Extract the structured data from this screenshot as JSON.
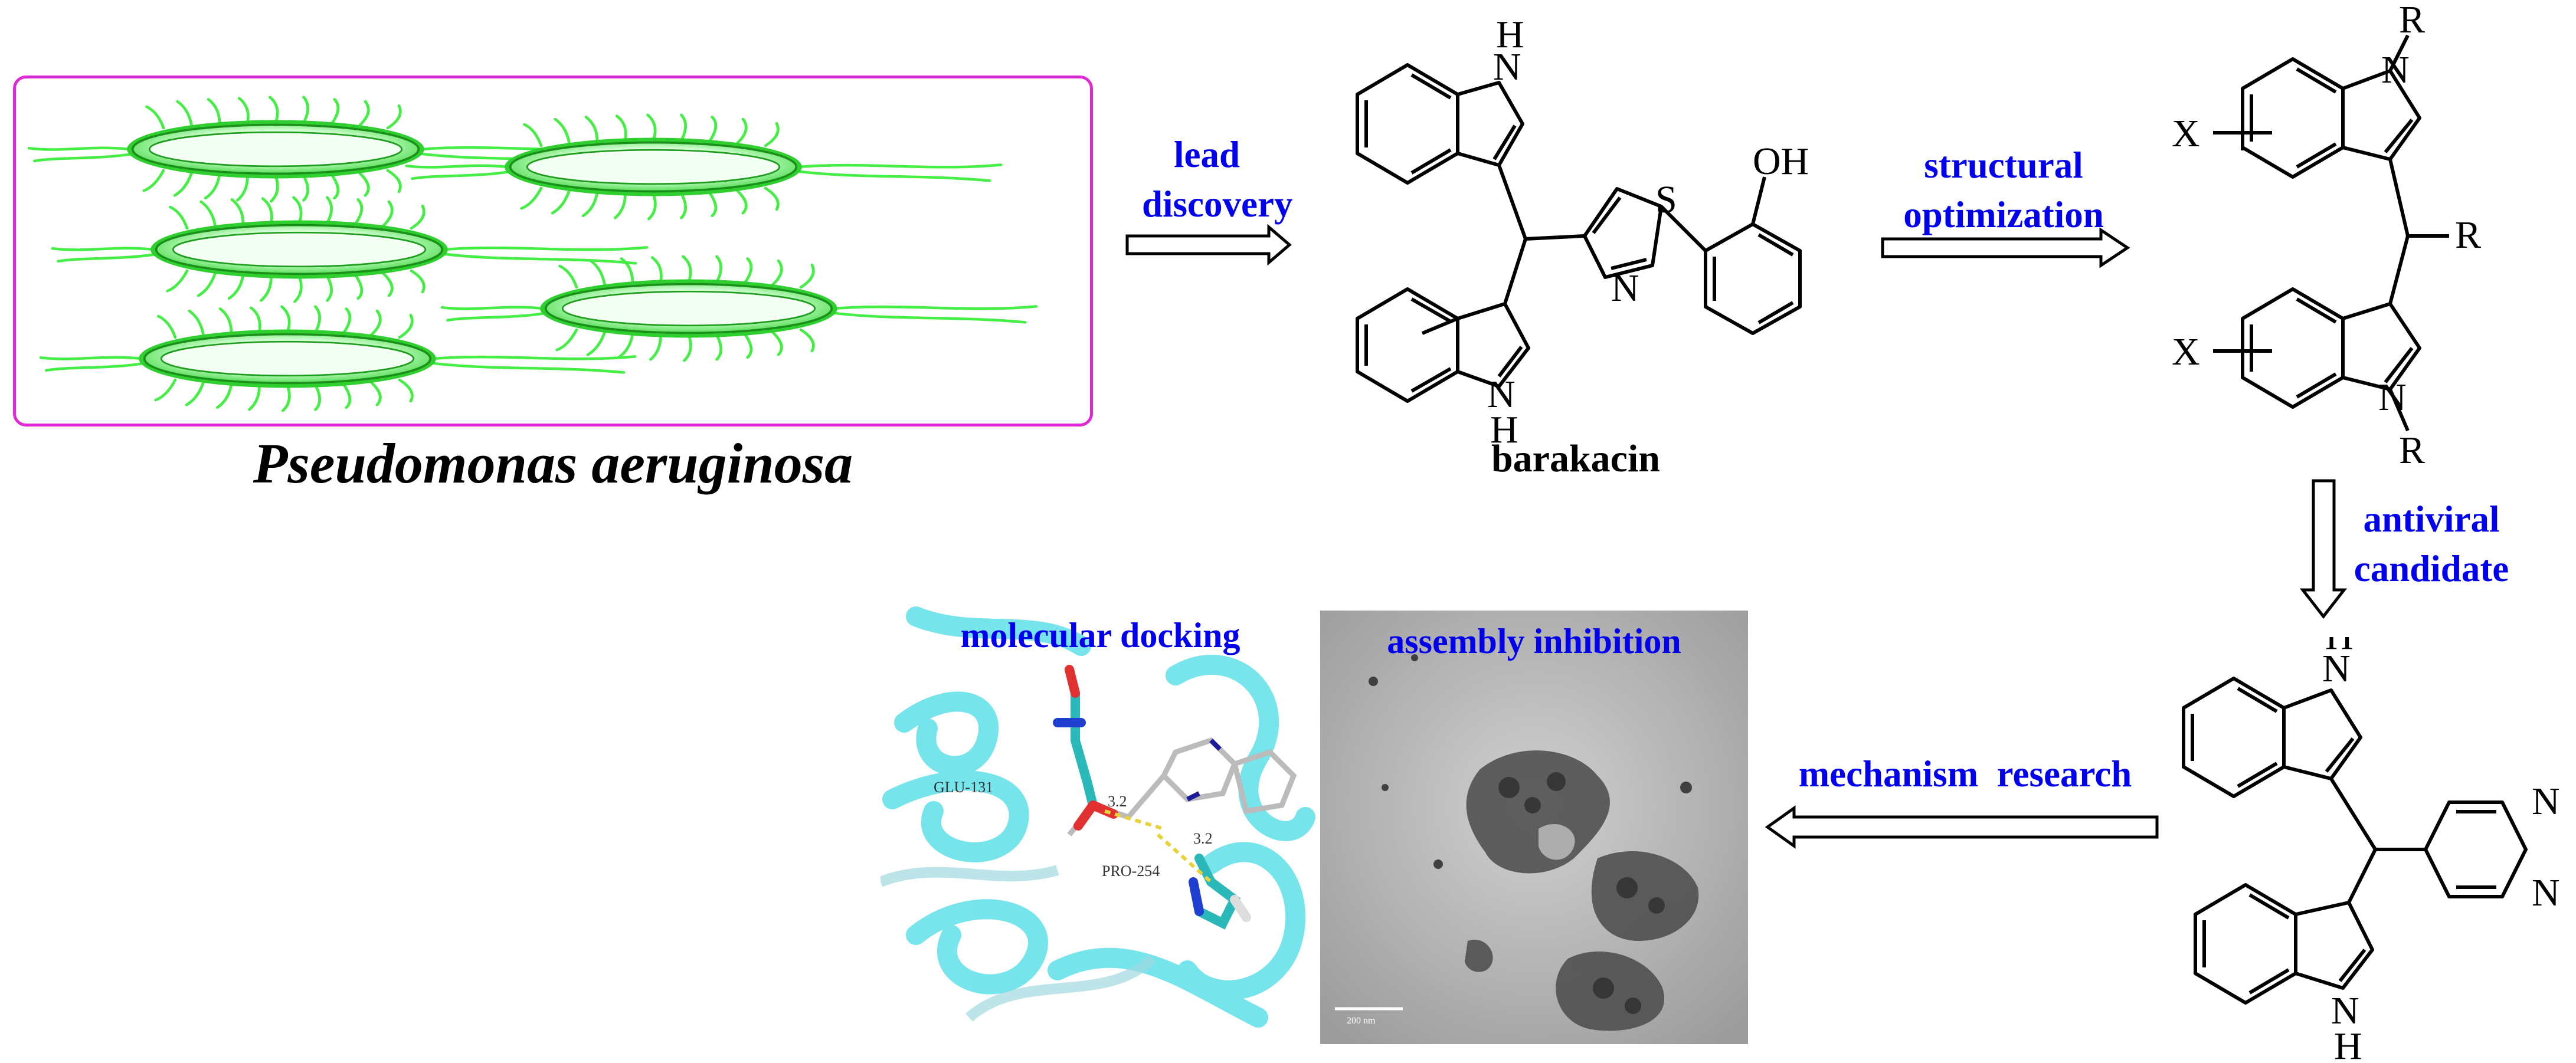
{
  "organism": {
    "name": "Pseudomonas aeruginosa"
  },
  "steps": {
    "lead_discovery": "lead\ndiscovery",
    "structural_optimization": "structural\noptimization",
    "antiviral_candidate": "antiviral\ncandidate",
    "mechanism_research": "mechanism  research"
  },
  "compounds": {
    "lead": {
      "name": "barakacin"
    }
  },
  "atoms": {
    "nh": "N",
    "h": "H",
    "s": "S",
    "n": "N",
    "oh": "OH",
    "r": "R",
    "x": "X"
  },
  "panels": {
    "docking": {
      "title": "molecular docking",
      "residue1": "GLU-131",
      "residue2": "PRO-254",
      "distance1": "3.2",
      "distance2": "3.2"
    },
    "tem": {
      "title": "assembly inhibition",
      "scale_bar": "200 nm"
    }
  },
  "colors": {
    "box_border": "#e02ad6",
    "label_blue": "#0000ee",
    "bacteria_green": "#3cf03c",
    "ribbon_cyan": "#5fe0e8"
  }
}
